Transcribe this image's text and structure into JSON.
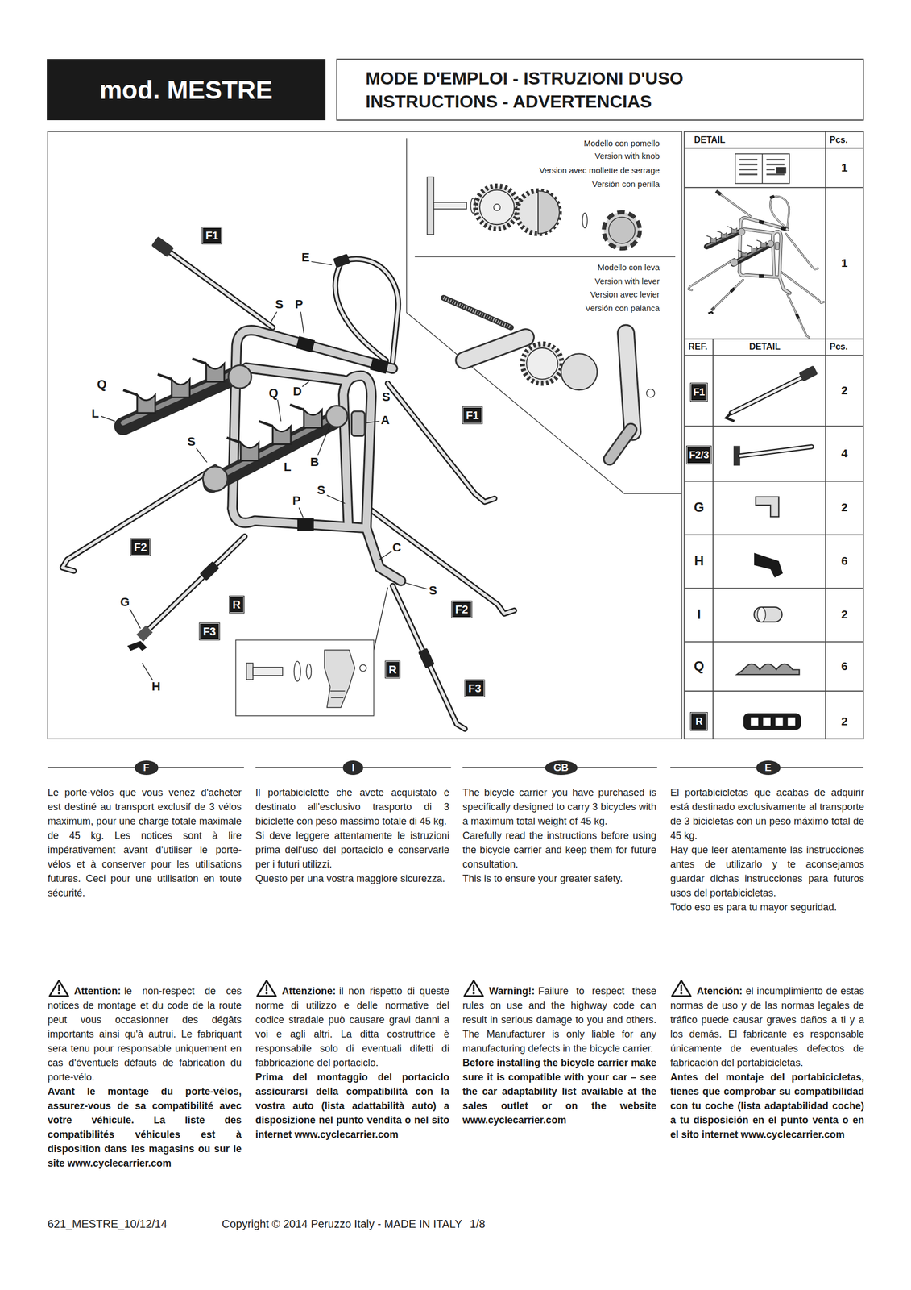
{
  "diagram": {
    "title": "MODE D'EMPLOI - ISTRUZIONI D'USO INSTRUCTIONS - ADVERTENCIAS",
    "nodes": [
      {
        "text": [
          "mod. MESTRE"
        ]
      },
      {
        "text": [
          "F1"
        ]
      },
      {
        "text": [
          "F1"
        ]
      },
      {
        "text": [
          "F2"
        ]
      },
      {
        "text": [
          "R"
        ]
      },
      {
        "text": [
          "F2"
        ]
      },
      {
        "text": [
          "F3"
        ]
      },
      {
        "text": [
          "R"
        ]
      },
      {
        "text": [
          "F3"
        ]
      },
      {
        "text": [
          "F1"
        ]
      },
      {
        "text": [
          "F2/3"
        ]
      },
      {
        "text": [
          "R"
        ]
      },
      {
        "text": [
          "F"
        ]
      },
      {
        "text": [
          "I"
        ]
      },
      {
        "text": [
          "GB"
        ]
      },
      {
        "text": [
          "E"
        ]
      }
    ],
    "labels": [
      "E",
      "S",
      "P",
      "Q",
      "Q",
      "D",
      "S",
      "L",
      "A",
      "S",
      "L",
      "B",
      "S",
      "P",
      "C",
      "S",
      "G",
      "H",
      "Modello con pomello",
      "Version with knob",
      "Version avec mollette de serrage",
      "Versión con perilla",
      "Modello con leva",
      "Version with lever",
      "Version avec levier",
      "Versión con palanca",
      "DETAIL",
      "Pcs.",
      "1",
      "1",
      "REF.",
      "DETAIL",
      "Pcs.",
      "2",
      "4",
      "G",
      "2",
      "H",
      "6",
      "I",
      "2",
      "Q",
      "6",
      "2",
      "Le porte-vélos que vous venez d'acheter est destiné au transport exclusif de 3 vélos maximum, pour une charge totale maximale de 45 kg. Les notices sont à lire impérativement avant d'utiliser le porte-vélos et à conserver pour les utilisations futures. Ceci pour une utilisation en toute sécurité.",
      "Attention:",
      "le non-respect de ces notices de montage et du code de la route peut vous occasionner des dégâts importants ainsi qu'à autrui. Le fabriquant sera tenu pour responsable uniquement en cas d'éventuels défauts de fabrication du porte-vélo.",
      "Avant le montage du porte-vélos, assurez-vous de sa compatibilité avec votre véhicule. La liste des compatibilités véhicules est à disposition dans les magasins ou sur le site www.cyclecarrier.com",
      "Il portabiciclette che avete acquistato è destinato all'esclusivo trasporto di 3 biciclette con peso massimo totale di 45 kg.",
      "Si deve leggere attentamente le istruzioni prima dell'uso del portaciclo e conservarle per i futuri utilizzi.",
      "Questo per una vostra maggiore sicurezza.",
      "Attenzione:",
      "il non rispetto di queste norme di utilizzo e delle normative del codice stradale può causare gravi danni a voi e agli altri. La ditta costruttrice è responsabile solo di eventuali difetti di fabbricazione del portaciclo.",
      "Prima del montaggio del portaciclo assicurarsi della compatibilità con la vostra auto (lista adattabilità auto) a disposizione nel punto vendita o nel sito internet www.cyclecarrier.com",
      "The bicycle carrier you have purchased is specifically designed to carry 3 bicycles with a maximum total weight of 45 kg.",
      "Carefully read the instructions before using the bicycle carrier and keep them for future consultation.",
      "This is to ensure your greater safety.",
      "Warning!:",
      "Failure to respect these rules on use and the highway code can result in serious damage to you and others. The Manufacturer is only liable for any manufacturing defects in the bicycle carrier.",
      "Before installing the bicycle carrier make sure it is compatible with your car – see the car adaptability list available at the sales outlet or on the website www.cyclecarrier.com",
      "El portabicicletas que acabas de adquirir está destinado exclusivamente al transporte de 3 bicicletas con un peso máximo total de 45 kg.",
      "Hay que leer atentamente las instrucciones antes de utilizarlo y te aconsejamos guardar dichas instrucciones para futuros usos del portabicicletas.",
      "Todo eso es para tu mayor seguridad.",
      "Atención:",
      "el incumplimiento de estas normas de uso y de las normas legales de tráfico puede causar graves daños a ti y a los demás. El fabricante es responsable únicamente de eventuales defectos de fabricación del portabicicletas.",
      "Antes del montaje del portabicicletas, tienes que comprobar su compatibilidad con tu coche (lista adaptabilidad coche) a tu disposición en el punto venta o en el sito internet www.cyclecarrier.com",
      "621_MESTRE_10/12/14",
      "Copyright © 2014 Peruzzo Italy - MADE IN ITALY",
      "1/8"
    ]
  }
}
